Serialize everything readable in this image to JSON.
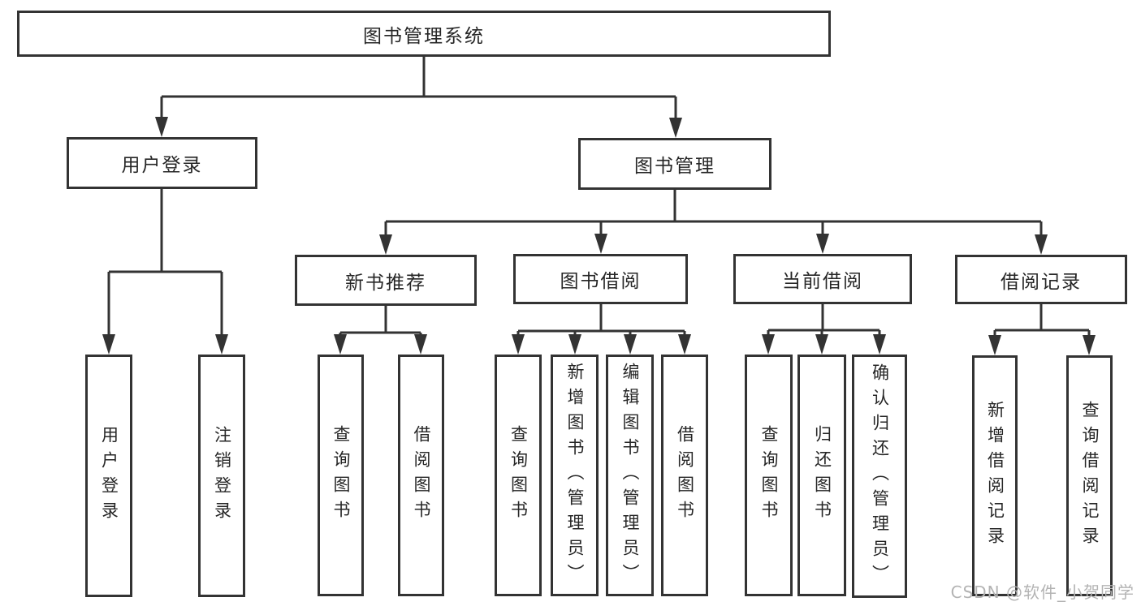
{
  "diagram": {
    "title": "图书管理系统",
    "branches": [
      {
        "label": "用户登录",
        "children": [
          {
            "label": "用户登录"
          },
          {
            "label": "注销登录"
          }
        ]
      },
      {
        "label": "图书管理",
        "children": [
          {
            "label": "新书推荐",
            "children": [
              {
                "label": "查询图书"
              },
              {
                "label": "借阅图书"
              }
            ]
          },
          {
            "label": "图书借阅",
            "children": [
              {
                "label": "查询图书"
              },
              {
                "label": "新增图书（管理员）"
              },
              {
                "label": "编辑图书（管理员）"
              },
              {
                "label": "借阅图书"
              }
            ]
          },
          {
            "label": "当前借阅",
            "children": [
              {
                "label": "查询图书"
              },
              {
                "label": "归还图书"
              },
              {
                "label": "确认归还（管理员）"
              }
            ]
          },
          {
            "label": "借阅记录",
            "children": [
              {
                "label": "新增借阅记录"
              },
              {
                "label": "查询借阅记录"
              }
            ]
          }
        ]
      }
    ]
  },
  "watermark": {
    "text": "CSDN @软件_小贺同学"
  },
  "colors": {
    "line": "#333333",
    "text": "#262626",
    "background": "#ffffff",
    "watermark": "#b3b3b3"
  }
}
